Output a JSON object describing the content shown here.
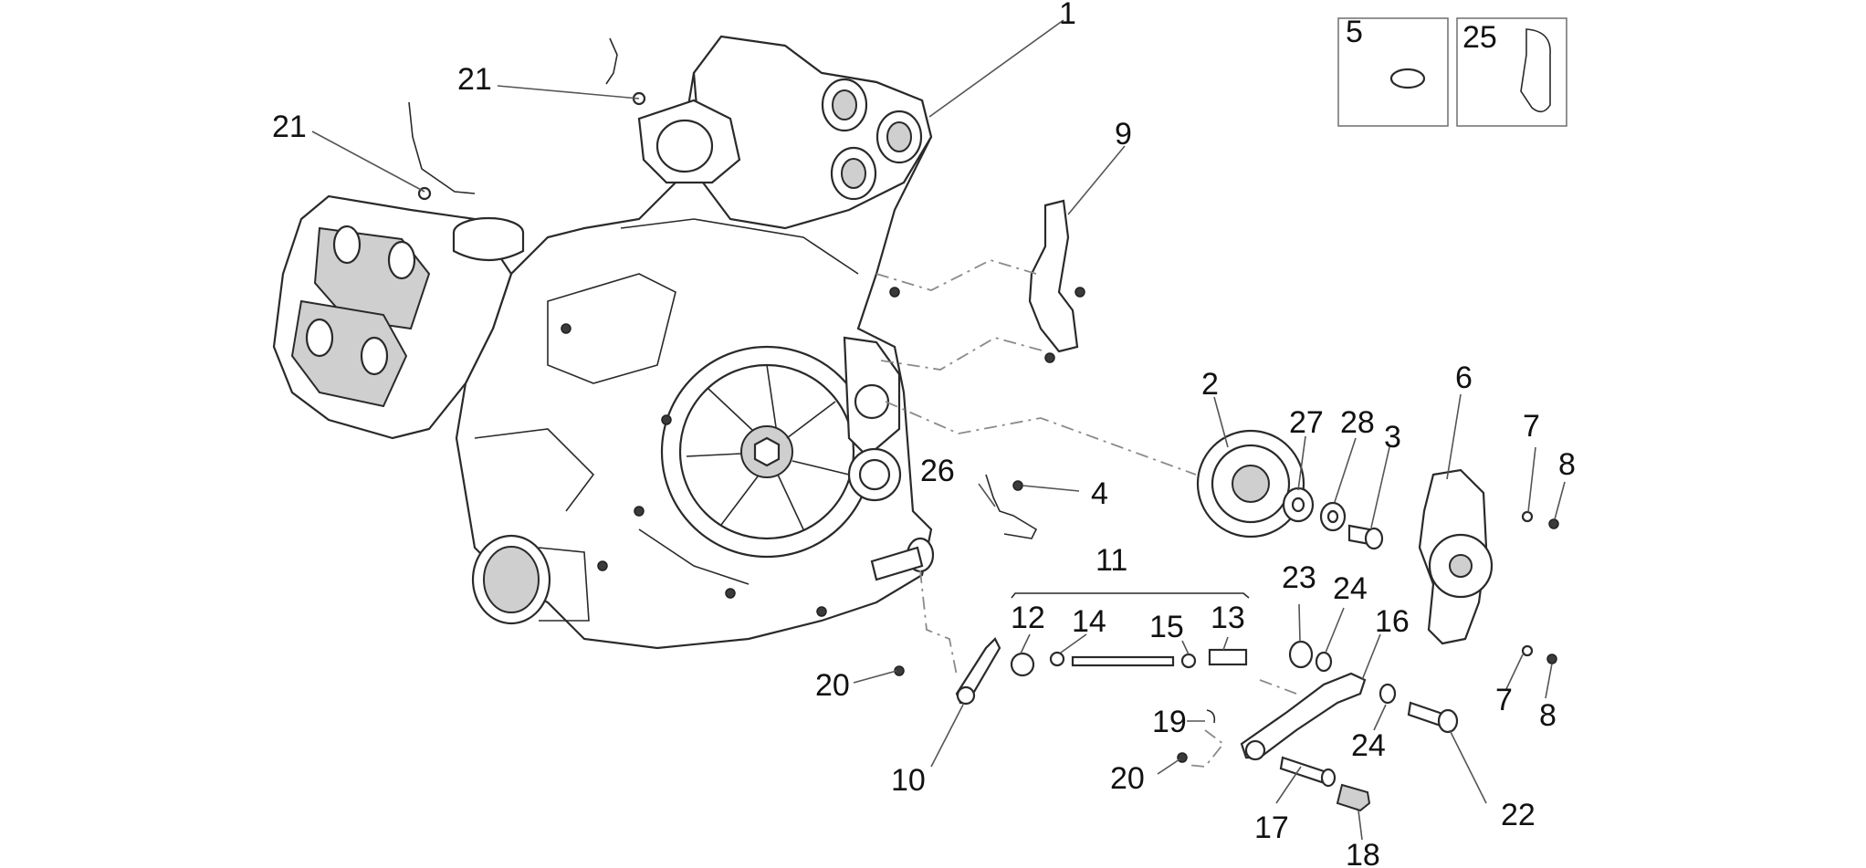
{
  "diagram": {
    "callouts": [
      {
        "id": "c1",
        "label": "1"
      },
      {
        "id": "c21a",
        "label": "21"
      },
      {
        "id": "c21b",
        "label": "21"
      },
      {
        "id": "c9",
        "label": "9"
      },
      {
        "id": "c5",
        "label": "5"
      },
      {
        "id": "c25",
        "label": "25"
      },
      {
        "id": "c2",
        "label": "2"
      },
      {
        "id": "c27",
        "label": "27"
      },
      {
        "id": "c28",
        "label": "28"
      },
      {
        "id": "c3",
        "label": "3"
      },
      {
        "id": "c6",
        "label": "6"
      },
      {
        "id": "c7a",
        "label": "7"
      },
      {
        "id": "c8a",
        "label": "8"
      },
      {
        "id": "c26",
        "label": "26"
      },
      {
        "id": "c4",
        "label": "4"
      },
      {
        "id": "c11",
        "label": "11"
      },
      {
        "id": "c23",
        "label": "23"
      },
      {
        "id": "c24a",
        "label": "24"
      },
      {
        "id": "c16",
        "label": "16"
      },
      {
        "id": "c12",
        "label": "12"
      },
      {
        "id": "c14",
        "label": "14"
      },
      {
        "id": "c15",
        "label": "15"
      },
      {
        "id": "c13",
        "label": "13"
      },
      {
        "id": "c20a",
        "label": "20"
      },
      {
        "id": "c7b",
        "label": "7"
      },
      {
        "id": "c8b",
        "label": "8"
      },
      {
        "id": "c19",
        "label": "19"
      },
      {
        "id": "c24b",
        "label": "24"
      },
      {
        "id": "c10",
        "label": "10"
      },
      {
        "id": "c20b",
        "label": "20"
      },
      {
        "id": "c22",
        "label": "22"
      },
      {
        "id": "c17",
        "label": "17"
      },
      {
        "id": "c18",
        "label": "18"
      }
    ]
  }
}
